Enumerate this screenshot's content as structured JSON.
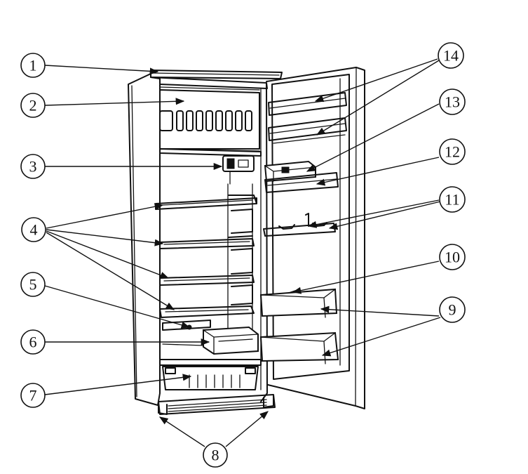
{
  "callouts": [
    {
      "id": "1",
      "label": "1"
    },
    {
      "id": "2",
      "label": "2"
    },
    {
      "id": "3",
      "label": "3"
    },
    {
      "id": "4",
      "label": "4"
    },
    {
      "id": "5",
      "label": "5"
    },
    {
      "id": "6",
      "label": "6"
    },
    {
      "id": "7",
      "label": "7"
    },
    {
      "id": "8",
      "label": "8"
    },
    {
      "id": "9",
      "label": "9"
    },
    {
      "id": "10",
      "label": "10"
    },
    {
      "id": "11",
      "label": "11"
    },
    {
      "id": "12",
      "label": "12"
    },
    {
      "id": "13",
      "label": "13"
    },
    {
      "id": "14",
      "label": "14"
    }
  ],
  "colors": {
    "ink": "#111111",
    "paper": "#ffffff"
  }
}
